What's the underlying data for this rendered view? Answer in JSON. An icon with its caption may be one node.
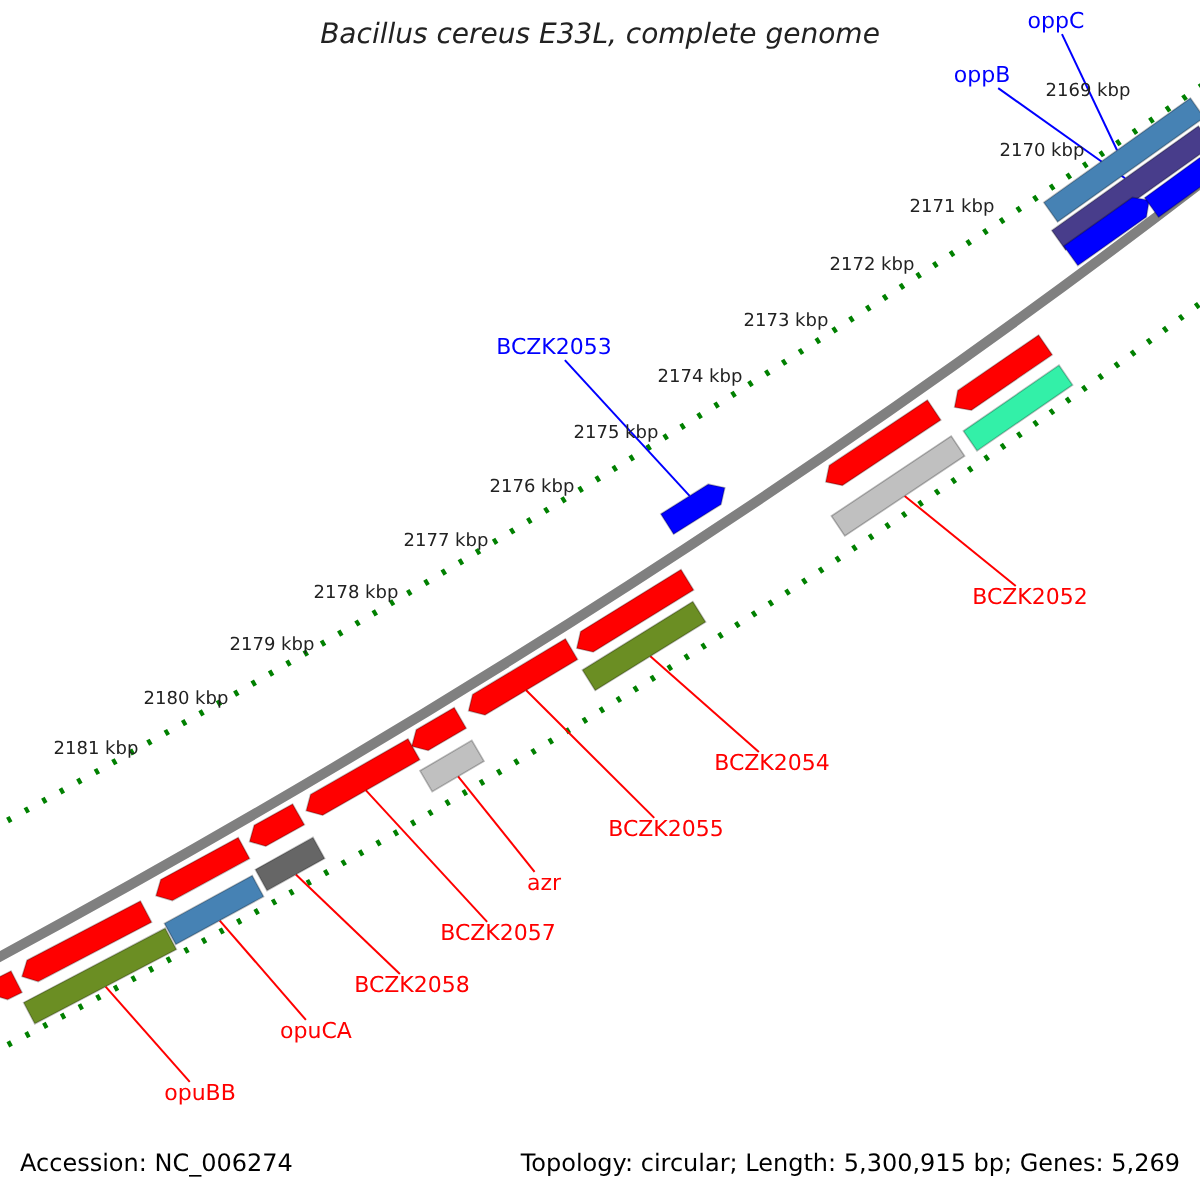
{
  "diagram": {
    "title": "Bacillus cereus E33L, complete genome",
    "nodes": [
      {
        "text": [
          "oppC"
        ]
      },
      {
        "text": [
          "oppB"
        ]
      },
      {
        "text": [
          "BCZK2053"
        ]
      },
      {
        "text": [
          "BCZK2052"
        ]
      },
      {
        "text": [
          "BCZK2054"
        ]
      },
      {
        "text": [
          "BCZK2055"
        ]
      },
      {
        "text": [
          "azr"
        ]
      },
      {
        "text": [
          "BCZK2057"
        ]
      },
      {
        "text": [
          "BCZK2058"
        ]
      },
      {
        "text": [
          "opuCA"
        ]
      },
      {
        "text": [
          "opuBB"
        ]
      },
      {
        "text": [],
        "shape": "bar"
      },
      {
        "text": [],
        "shape": "bar"
      },
      {
        "text": [],
        "shape": "bar"
      },
      {
        "text": [],
        "shape": "bar"
      },
      {
        "text": [],
        "shape": "bar"
      },
      {
        "text": [],
        "shape": "bar"
      },
      {
        "text": [],
        "shape": "bar"
      },
      {
        "text": [],
        "shape": "bar"
      },
      {
        "text": [],
        "shape": "bar"
      },
      {
        "text": [],
        "shape": "bar"
      },
      {
        "text": [],
        "shape": "bar"
      },
      {
        "text": [],
        "shape": "bar"
      },
      {
        "text": [],
        "shape": "bar"
      },
      {
        "text": [],
        "shape": "bar"
      },
      {
        "text": [],
        "shape": "bar"
      },
      {
        "text": [],
        "shape": "bar"
      },
      {
        "text": [],
        "shape": "bar"
      },
      {
        "text": [],
        "shape": "bar"
      },
      {
        "text": [],
        "shape": "bar"
      },
      {
        "text": [],
        "shape": "bar"
      },
      {
        "text": [],
        "shape": "bar"
      },
      {
        "text": [],
        "shape": "bar"
      }
    ],
    "edges": [
      {
        "from": 0,
        "to": 11,
        "arrow": "none",
        "color": "#0000ff"
      },
      {
        "from": 1,
        "to": 12,
        "arrow": "none",
        "color": "#0000ff"
      },
      {
        "from": 2,
        "to": 19,
        "arrow": "none",
        "color": "#0000ff"
      },
      {
        "from": 3,
        "to": 18,
        "arrow": "none"
      },
      {
        "from": 4,
        "to": 21,
        "arrow": "none"
      },
      {
        "from": 5,
        "to": 22,
        "arrow": "none"
      },
      {
        "from": 6,
        "to": 24,
        "arrow": "none"
      },
      {
        "from": 7,
        "to": 25,
        "arrow": "none"
      },
      {
        "from": 8,
        "to": 27,
        "arrow": "none"
      },
      {
        "from": 9,
        "to": 29,
        "arrow": "none"
      },
      {
        "from": 10,
        "to": 32,
        "arrow": "none"
      }
    ],
    "labels": [
      "2169 kbp",
      "2170 kbp",
      "2171 kbp",
      "2172 kbp",
      "2173 kbp",
      "2174 kbp",
      "2175 kbp",
      "2176 kbp",
      "2177 kbp",
      "2178 kbp",
      "2179 kbp",
      "2180 kbp",
      "2181 kbp",
      "Accession: NC_006274",
      "Topology: circular; Length: 5,300,915 bp; Genes: 5,269"
    ]
  }
}
